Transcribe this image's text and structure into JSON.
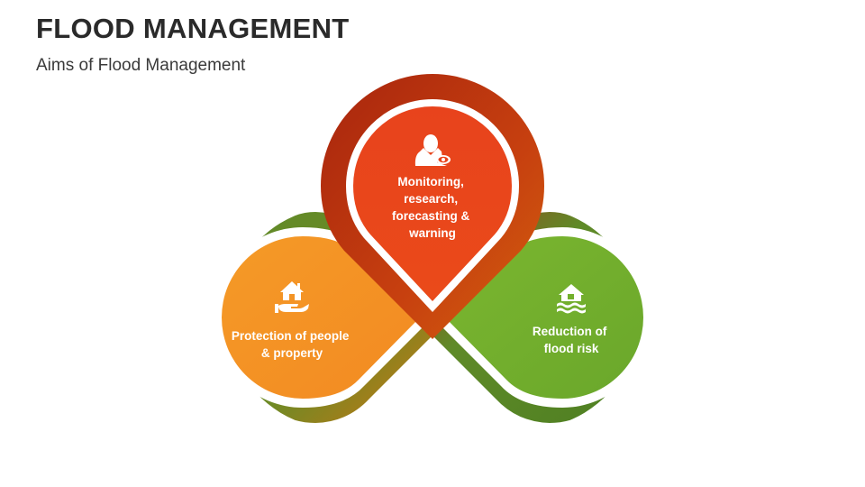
{
  "header": {
    "title": "FLOOD MANAGEMENT",
    "subtitle": "Aims of Flood Management"
  },
  "diagram": {
    "nodes": [
      {
        "id": "monitoring",
        "lines": [
          "Monitoring,",
          "research,",
          "forecasting &",
          "warning"
        ],
        "icon": "person-eye-icon",
        "fill_color": "#e8431c",
        "ring_color": "#b52a10"
      },
      {
        "id": "protection",
        "lines": [
          "Protection of people",
          "& property"
        ],
        "icon": "house-hand-icon",
        "fill_color": "#f39325",
        "ring_color": "#5f8a28"
      },
      {
        "id": "reduction",
        "lines": [
          "Reduction of",
          "flood risk"
        ],
        "icon": "flooded-house-icon",
        "fill_color": "#72b02c",
        "ring_color": "#4e7f22"
      }
    ]
  }
}
